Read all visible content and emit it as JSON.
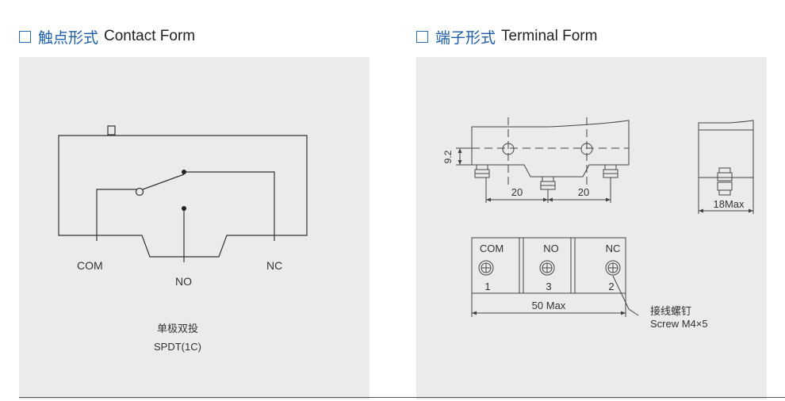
{
  "contact_form": {
    "title_cn": "触点形式",
    "title_en": "Contact Form",
    "labels": {
      "com": "COM",
      "no": "NO",
      "nc": "NC"
    },
    "caption_cn": "单极双投",
    "caption_en": "SPDT(1C)"
  },
  "terminal_form": {
    "title_cn": "端子形式",
    "title_en": "Terminal Form",
    "dims": {
      "height": "9.2",
      "left_spacing": "20",
      "right_spacing": "20",
      "width": "18Max",
      "length": "50 Max"
    },
    "terminals": [
      {
        "name": "COM",
        "number": "1"
      },
      {
        "name": "NO",
        "number": "3"
      },
      {
        "name": "NC",
        "number": "2"
      }
    ],
    "screw_note_cn": "接线螺钉",
    "screw_note_en": "Screw M4×5"
  }
}
